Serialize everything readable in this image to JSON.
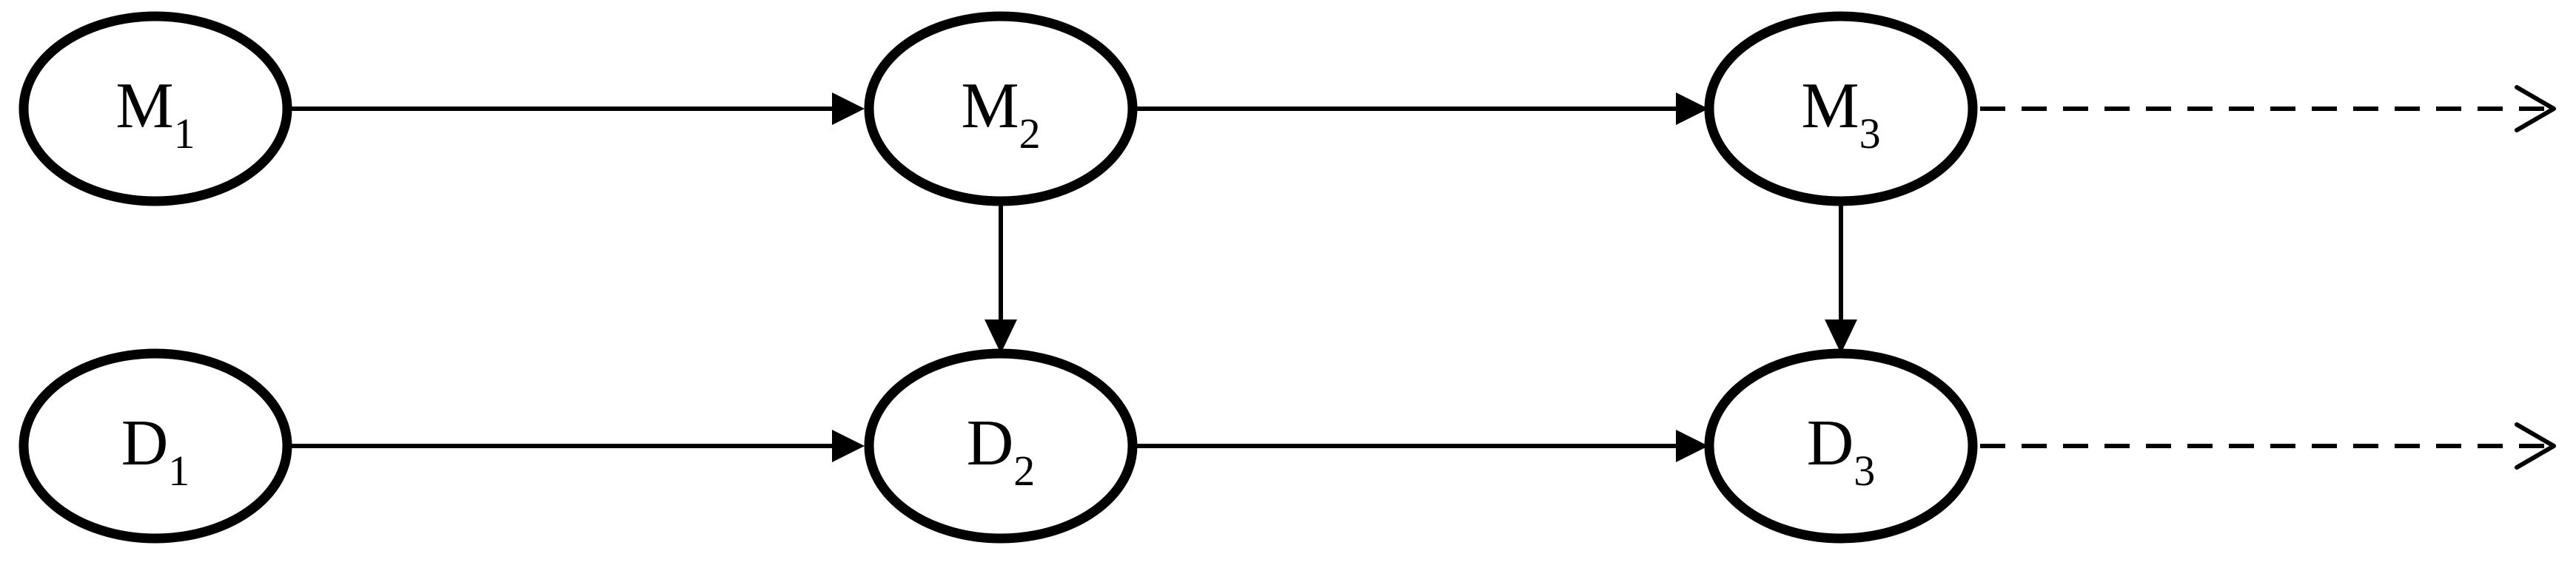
{
  "diagram": {
    "nodes": {
      "m1": {
        "main": "M",
        "sub": "1"
      },
      "m2": {
        "main": "M",
        "sub": "2"
      },
      "m3": {
        "main": "M",
        "sub": "3"
      },
      "d1": {
        "main": "D",
        "sub": "1"
      },
      "d2": {
        "main": "D",
        "sub": "2"
      },
      "d3": {
        "main": "D",
        "sub": "3"
      }
    },
    "edges": [
      {
        "from": "m1",
        "to": "m2",
        "style": "solid"
      },
      {
        "from": "m2",
        "to": "m3",
        "style": "solid"
      },
      {
        "from": "m3",
        "to": "continuation",
        "style": "dashed"
      },
      {
        "from": "d1",
        "to": "d2",
        "style": "solid"
      },
      {
        "from": "d2",
        "to": "d3",
        "style": "solid"
      },
      {
        "from": "d3",
        "to": "continuation",
        "style": "dashed"
      },
      {
        "from": "m2",
        "to": "d2",
        "style": "solid"
      },
      {
        "from": "m3",
        "to": "d3",
        "style": "solid"
      }
    ],
    "colors": {
      "stroke": "#000000",
      "background": "#ffffff"
    }
  }
}
